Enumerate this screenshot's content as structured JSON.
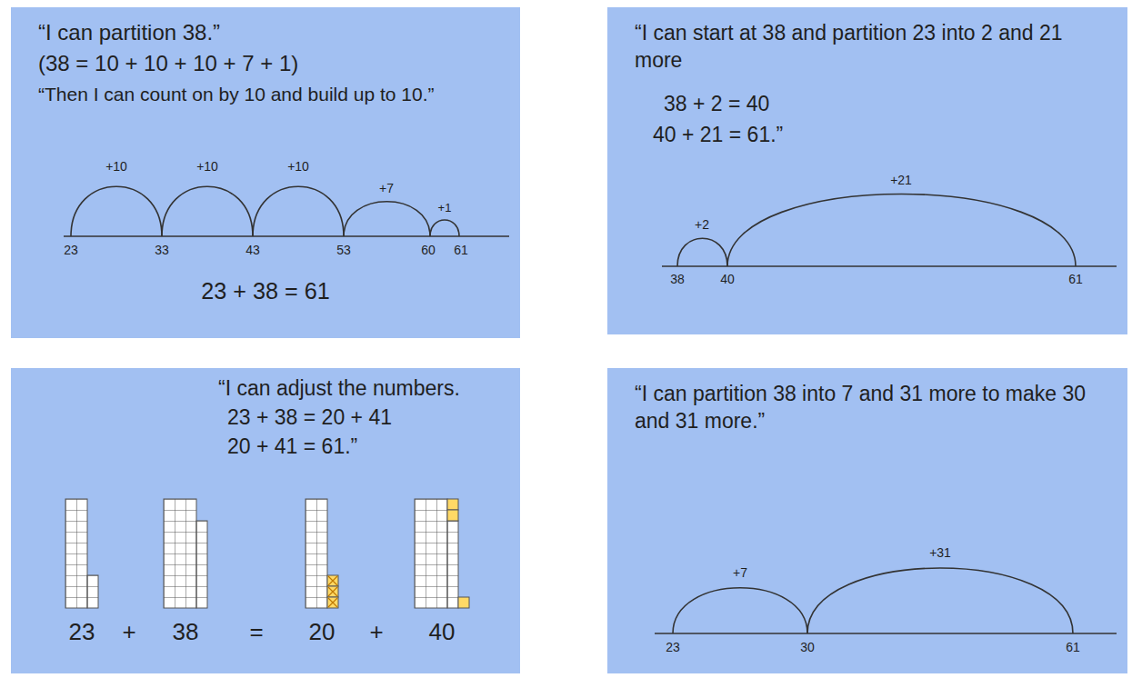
{
  "diagram": {
    "nodes": [
      {
        "text": [
          "“I can partition 38.”",
          "(38 = 10 + 10 + 10 + 7 + 1)",
          "“Then I can count on by 10 and build up to 10.”",
          "23 + 38 = 61"
        ]
      },
      {
        "text": [
          "“I can start at 38 and partition 23 into 2 and 21 more",
          "38 + 2 = 40",
          "40 + 21 = 61.”"
        ]
      },
      {
        "text": [
          "“I can adjust the numbers.",
          "23 + 38 = 20 + 41",
          "20 + 41 = 61.”"
        ]
      },
      {
        "text": [
          "“I can partition 38 into 7 and 31 more to make 30 and 31 more.”"
        ]
      }
    ],
    "labels": [
      "+10",
      "+10",
      "+10",
      "+7",
      "+1",
      "23",
      "33",
      "43",
      "53",
      "60",
      "61",
      "+2",
      "+21",
      "38",
      "40",
      "61",
      "23",
      "+",
      "38",
      "=",
      "20",
      "+",
      "40",
      "+7",
      "+31",
      "23",
      "30",
      "61"
    ]
  }
}
